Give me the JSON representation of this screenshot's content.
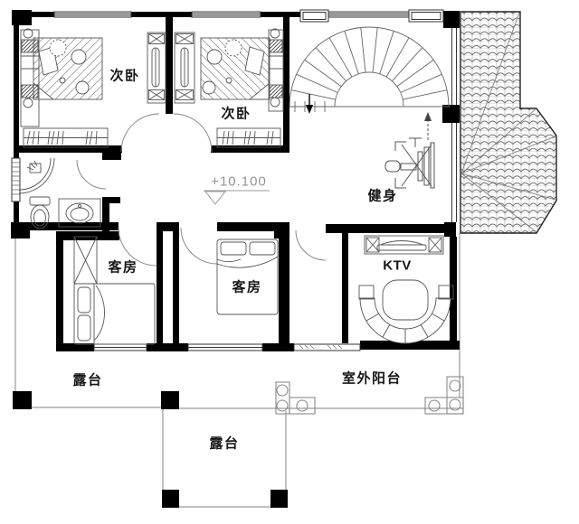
{
  "plan": {
    "title": "second-floor-plan",
    "rooms": [
      {
        "id": "bedroom-1",
        "label": "次卧"
      },
      {
        "id": "bedroom-2",
        "label": "次卧"
      },
      {
        "id": "gym",
        "label": "健身"
      },
      {
        "id": "guest-room-1",
        "label": "客房"
      },
      {
        "id": "guest-room-2",
        "label": "客房"
      },
      {
        "id": "ktv",
        "label": "KTV"
      },
      {
        "id": "terrace-1",
        "label": "露台"
      },
      {
        "id": "terrace-2",
        "label": "露台"
      },
      {
        "id": "outdoor-balcony",
        "label": "室外阳台"
      }
    ],
    "elevation_marker": {
      "text": "+10.100"
    },
    "features": [
      "spiral-staircase",
      "stair-up-arrow",
      "stair-down-arrow",
      "treadmill",
      "double-bed",
      "wardrobe",
      "bookshelf",
      "shower",
      "toilet",
      "sink",
      "tv-console",
      "sectional-sofa",
      "tile-roof",
      "planter",
      "column",
      "window",
      "door-swing"
    ],
    "colors": {
      "wall": "#000000",
      "furniture_line": "#555555",
      "thin_line": "#888888",
      "label": "#161616",
      "muted_label": "#949494",
      "background": "#ffffff"
    }
  }
}
